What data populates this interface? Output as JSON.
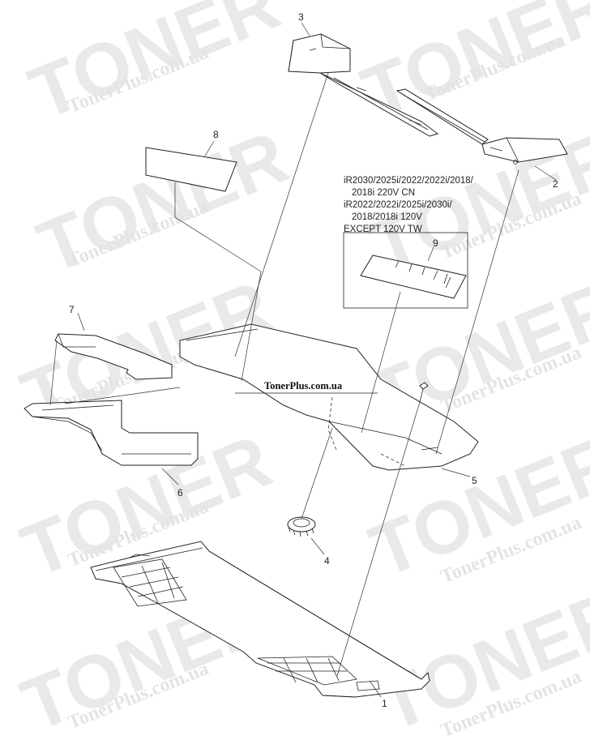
{
  "watermark": {
    "brand": "TONER",
    "site": "TonerPlus.com.ua"
  },
  "center_label": "TonerPlus.com.ua",
  "callouts": [
    {
      "id": "1",
      "label": "1"
    },
    {
      "id": "2",
      "label": "2"
    },
    {
      "id": "3",
      "label": "3"
    },
    {
      "id": "4",
      "label": "4"
    },
    {
      "id": "5",
      "label": "5"
    },
    {
      "id": "6",
      "label": "6"
    },
    {
      "id": "7",
      "label": "7"
    },
    {
      "id": "8",
      "label": "8"
    },
    {
      "id": "9",
      "label": "9"
    }
  ],
  "note": {
    "lines": [
      "iR2030/2025i/2022/2022i/2018/",
      "2018i 220V CN",
      "iR2022/2022i/2025i/2030i/",
      "2018/2018i 120V",
      "EXCEPT 120V TW"
    ]
  },
  "colors": {
    "line": "#222222",
    "watermark": "#e9e9e9",
    "background": "#ffffff"
  }
}
